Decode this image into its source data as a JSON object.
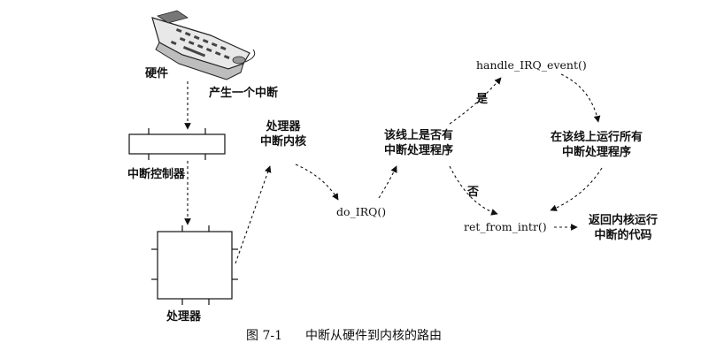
{
  "nodes": {
    "hardware": "硬件",
    "generate_interrupt": "产生一个中断",
    "interrupt_controller": "中断控制器",
    "processor": "处理器",
    "processor_interrupts_kernel": [
      "处理器",
      "中断内核"
    ],
    "do_irq": "do_IRQ()",
    "line_has_handler": [
      "该线上是否有",
      "中断处理程序"
    ],
    "yes": "是",
    "no": "否",
    "handle_irq_event": "handle_IRQ_event()",
    "run_all_handlers": [
      "在该线上运行所有",
      "中断处理程序"
    ],
    "ret_from_intr": "ret_from_intr()",
    "return_to_kernel": [
      "返回内核运行",
      "中断的代码"
    ]
  },
  "caption": {
    "number": "图 7-1",
    "title": "中断从硬件到内核的路由"
  }
}
